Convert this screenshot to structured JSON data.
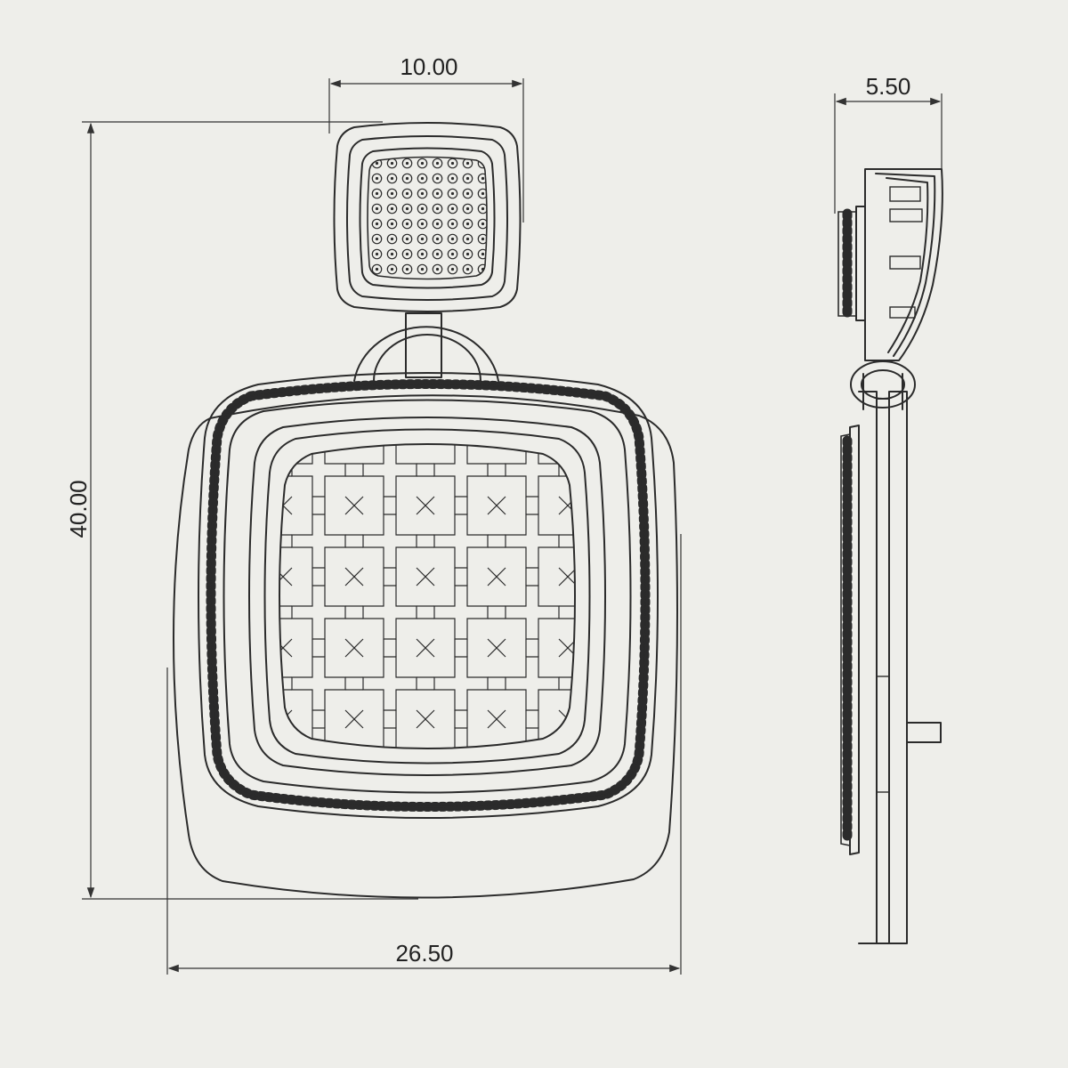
{
  "dimensions": {
    "bail_width": "10.00",
    "side_depth": "5.50",
    "total_height": "40.00",
    "total_width": "26.50"
  },
  "colors": {
    "paper": "#eeeeea",
    "line": "#2b2b2b"
  }
}
